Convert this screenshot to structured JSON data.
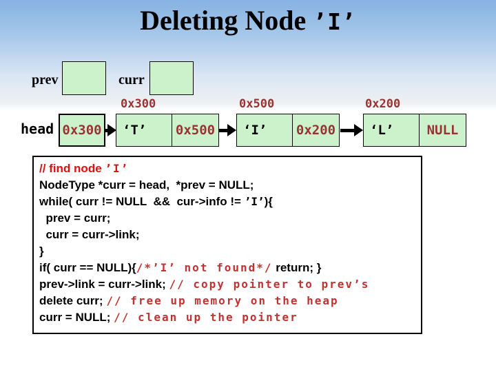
{
  "title": {
    "main": "Deleting Node ",
    "char": "’I’"
  },
  "diagram": {
    "prev_label": "prev",
    "curr_label": "curr",
    "head_label": "head",
    "head_value": "0x300",
    "nodes": [
      {
        "address_label": "0x300",
        "info": "‘T’",
        "link": "0x500"
      },
      {
        "address_label": "0x500",
        "info": "‘I’",
        "link": "0x200"
      },
      {
        "address_label": "0x200",
        "info": "‘L’",
        "link": "NULL"
      }
    ],
    "colors": {
      "node_fill": "#ccf2cc",
      "address_text": "#993333"
    }
  },
  "code": {
    "colors": {
      "comment_red": "#c03333",
      "highlight_red": "#dd1111"
    },
    "lines": [
      {
        "segments": [
          {
            "text": "// find node "
          },
          {
            "text": "’I’"
          }
        ]
      },
      {
        "segments": [
          {
            "text": "NodeType *curr = head,  *prev = NULL;"
          }
        ]
      },
      {
        "segments": [
          {
            "text": "while( curr != NULL  &&  cur->info != "
          },
          {
            "text": "’I’"
          },
          {
            "text": "){"
          }
        ]
      },
      {
        "segments": [
          {
            "text": "  prev = curr;"
          }
        ]
      },
      {
        "segments": [
          {
            "text": "  curr = curr->link;"
          }
        ]
      },
      {
        "segments": [
          {
            "text": "}"
          }
        ]
      },
      {
        "segments": [
          {
            "text": "if( curr == NULL){"
          },
          {
            "text": "/*’I’ not found*/"
          },
          {
            "text": " return; }"
          }
        ]
      },
      {
        "segments": [
          {
            "text": "prev->link = curr->link; "
          },
          {
            "text": "// copy pointer to prev’s"
          }
        ]
      },
      {
        "segments": [
          {
            "text": "delete curr; "
          },
          {
            "text": "// free up memory on the heap"
          }
        ]
      },
      {
        "segments": [
          {
            "text": "curr = NULL; "
          },
          {
            "text": "// clean up the pointer"
          }
        ]
      }
    ]
  }
}
